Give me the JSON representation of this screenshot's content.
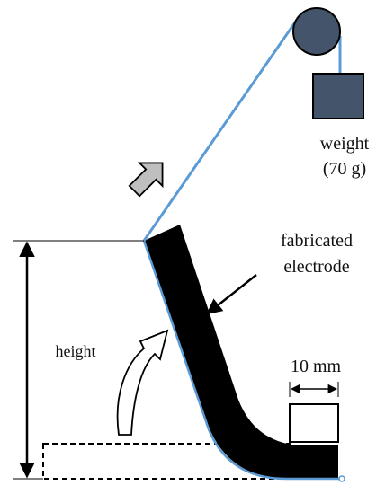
{
  "labels": {
    "weight": "weight",
    "weight_value": "(70 g)",
    "fabricated": "fabricated",
    "electrode": "electrode",
    "height": "height",
    "dimension": "10 mm"
  },
  "colors": {
    "string": "#5b9bd5",
    "pulley": "#44546a",
    "weight_box": "#44546a",
    "electrode": "#000000",
    "arrow_fill": "#bfbfbf",
    "ink": "#000000"
  },
  "icons": {
    "pulley": "pulley-icon",
    "weight": "weight-block-icon",
    "pull_direction": "block-arrow-icon",
    "bend_direction": "curved-arrow-icon"
  }
}
